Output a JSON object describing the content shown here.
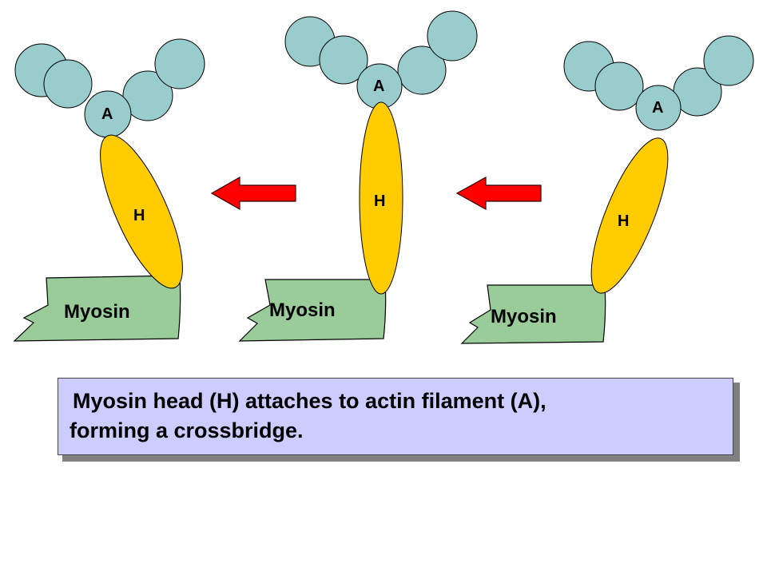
{
  "labels": {
    "actin_letter": "A",
    "head_letter": "H",
    "body_label": "Myosin"
  },
  "caption": {
    "line1": "Myosin head (H) attaches to actin filament (A),",
    "line2": "forming a crossbridge."
  },
  "colors": {
    "actin": "#99cccc",
    "myosin_head": "#ffcc00",
    "myosin_body": "#99cc99",
    "arrow": "#ff0000",
    "caption_box": "#ccccff"
  }
}
